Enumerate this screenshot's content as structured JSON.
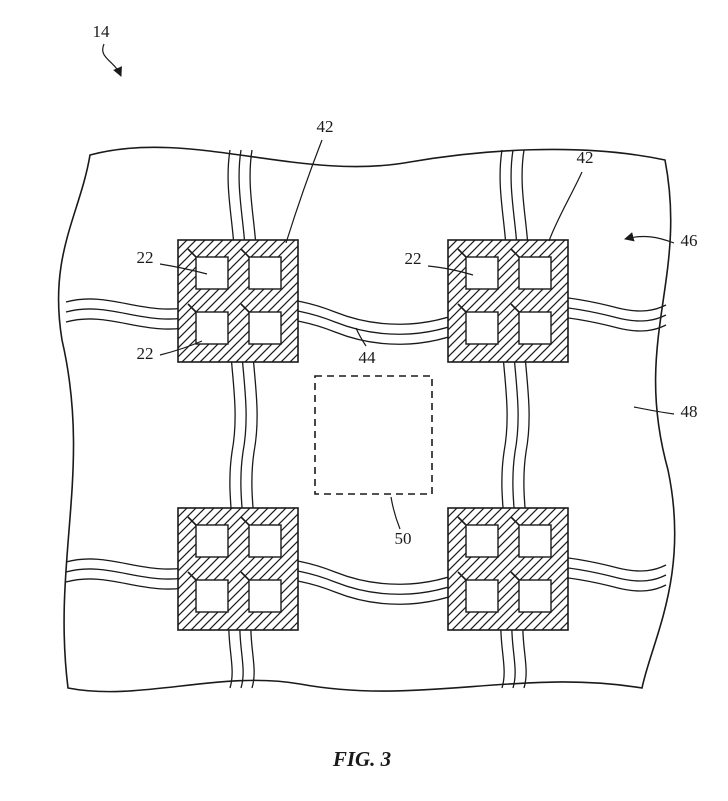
{
  "figure": {
    "caption": "FIG. 3",
    "labels": {
      "item": "14",
      "component_top_left": "42",
      "component_top_right": "42",
      "contact_tl_upper": "22",
      "contact_tl_lower": "22",
      "contact_tr": "22",
      "strand": "44",
      "fabric_arrow": "46",
      "fabric_area": "48",
      "opening": "50"
    },
    "colors": {
      "line": "#1a1a1a",
      "background": "#ffffff"
    }
  }
}
